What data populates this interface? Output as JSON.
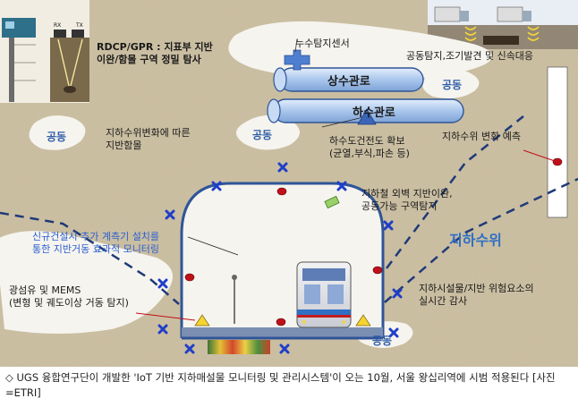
{
  "labels": {
    "rdcp_gpr_1": "RDCP/GPR : 지표부 지반",
    "rdcp_gpr_2": "이완/함몰 구역 정밀 탐사",
    "leak_sensor": "누수탐지센서",
    "cavity_detect": "공동탐지,조기발견 및 신속대응",
    "water_pipe": "상수관로",
    "sewer_pipe": "하수관로",
    "gw_change_1": "지하수위변화에 따른",
    "gw_change_2": "지반함몰",
    "sewer_health_1": "하수도건전도 확보",
    "sewer_health_2": "(균열,부식,파손 등)",
    "gw_predict": "지하수위 변화 예측",
    "subway_wall_1": "지하철 외벽 지반이완,",
    "subway_wall_2": "공동가능 구역탐지",
    "monitoring_1": "신규건설시 추가 계측기 설치를",
    "monitoring_2": "통한 지반거동 효과적 모니터링",
    "groundwater": "지하수위",
    "facility_1": "지하시설물/지반 위험요소의",
    "facility_2": "실시간 감사",
    "fiber_1": "광섬유 및 MEMS",
    "fiber_2": "(변형 및 궤도이상 거동 탐지)",
    "cavity": "공동",
    "gpr_rx": "RX",
    "gpr_tx": "TX"
  },
  "caption": "◇ UGS 융합연구단이 개발한 'IoT 기반 지하매설물 모니터링 및 관리시스템'이 오는 10월, 서울 왕십리역에 시범 적용된다 [사진=ETRI]",
  "colors": {
    "ground": "#cfc3a6",
    "cavity": "#f6f4ef",
    "pipe": "#a9c6ec",
    "tunnel": "#2f5597",
    "sensor_red": "#c0101a",
    "marker_blue": "#1f3ec9",
    "groundwater_line": "#1f3a78"
  }
}
